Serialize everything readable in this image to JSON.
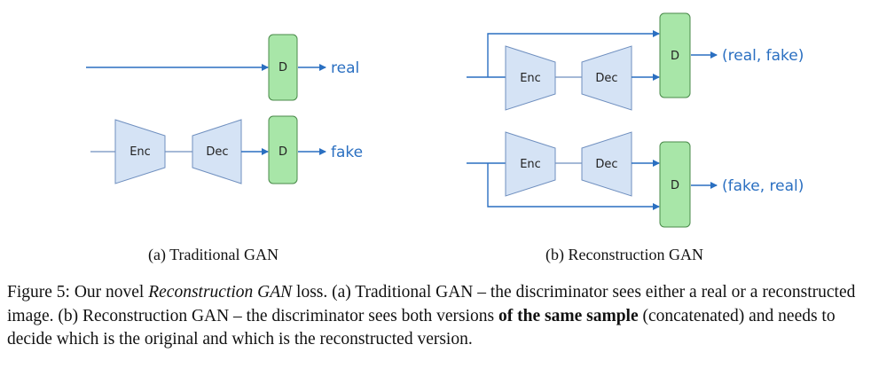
{
  "labels": {
    "enc": "Enc",
    "dec": "Dec",
    "d": "D",
    "out_real": "real",
    "out_fake": "fake",
    "out_real_fake": "(real, fake)",
    "out_fake_real": "(fake, real)"
  },
  "subcaptions": {
    "a": "(a) Traditional GAN",
    "b": "(b) Reconstruction GAN"
  },
  "caption": {
    "prefix": "Figure 5: Our novel ",
    "italic": "Reconstruction GAN",
    "part2": " loss. (a) Traditional GAN – the discriminator sees either a real or a reconstructed image. (b) Reconstruction GAN – the discriminator sees both versions ",
    "bold": "of the same sample",
    "part3": " (concatenated) and needs to decide which is the original and which is the reconstructed version."
  },
  "colors": {
    "line": "#2a6fc1",
    "encdec_fill": "#d5e3f5",
    "encdec_stroke": "#6f8fbf",
    "d_fill": "#a8e6a8",
    "d_stroke": "#4a8a4a"
  }
}
